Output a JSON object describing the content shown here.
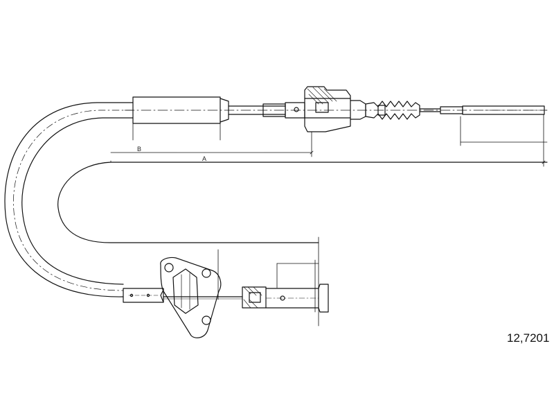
{
  "diagram": {
    "dimension_labels": {
      "a": "A",
      "b": "B"
    },
    "part_number": "12,7201"
  }
}
